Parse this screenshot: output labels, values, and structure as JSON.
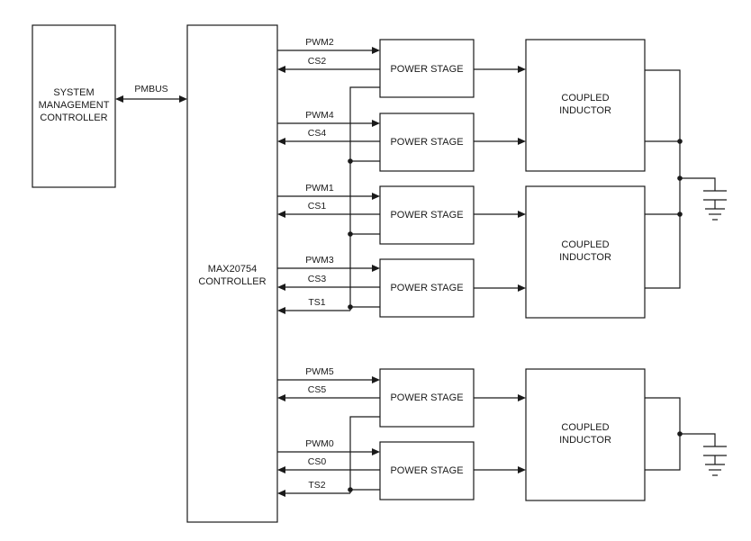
{
  "blocks": {
    "system_controller": [
      "SYSTEM",
      "MANAGEMENT",
      "CONTROLLER"
    ],
    "main_controller": [
      "MAX20754",
      "CONTROLLER"
    ],
    "power_stage": "POWER STAGE",
    "coupled_inductor": [
      "COUPLED",
      "INDUCTOR"
    ]
  },
  "bus_label": "PMBUS",
  "signals": {
    "pwm2": "PWM2",
    "cs2": "CS2",
    "pwm4": "PWM4",
    "cs4": "CS4",
    "pwm1": "PWM1",
    "cs1": "CS1",
    "pwm3": "PWM3",
    "cs3": "CS3",
    "ts1": "TS1",
    "pwm5": "PWM5",
    "cs5": "CS5",
    "pwm0": "PWM0",
    "cs0": "CS0",
    "ts2": "TS2"
  }
}
